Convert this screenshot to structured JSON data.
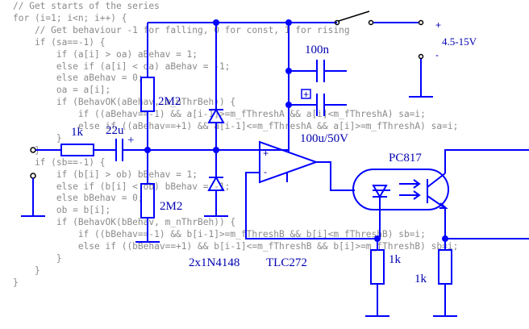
{
  "code_lines": [
    "// Get starts of the series",
    "for (i=1; i<n; i++) {",
    "    // Get behaviour -1 for falling, 0 for const, 1 for rising",
    "    if (sa==-1) {",
    "        if (a[i] > oa) aBehav = 1;",
    "        else if (a[i] < oa) aBehav = -1;",
    "        else aBehav = 0;",
    "        oa = a[i];",
    "        if (BehavOK(aBehav, m_nThrBeh)) {",
    "            if ((aBehav==-1) && a[i-1]>=m_fThreshA && a[i]<m_fThreshA) sa=i;",
    "            else if ((aBehav==+1) && a[i-1]<=m_fThreshA && a[i]>=m_fThreshA) sa=i;",
    "        }",
    "    }",
    "    if (sb==-1) {",
    "        if (b[i] > ob) bBehav = 1;",
    "        else if (b[i] < ob) bBehav = -1;",
    "        else bBehav = 0;",
    "        ob = b[i];",
    "        if (BehavOK(bBehav, m_nThrBeh)) {",
    "            if ((bBehav==-1) && b[i-1]>=m_fThreshB && b[i]<m_fThreshB) sb=i;",
    "            else if ((bBehav==+1) && b[i-1]<=m_fThreshB && b[i]>=m_fThreshB) sb=i;",
    "        }",
    "    }",
    "}"
  ],
  "labels": {
    "r_2m2_top": "2M2",
    "r_2m2_bottom": "2M2",
    "r_1k_input": "1k",
    "c_22u": "22u",
    "c_22u_plus": "+",
    "c_100n": "100n",
    "c_100u": "100u/50V",
    "diodes": "2x1N4148",
    "opamp": "TLC272",
    "opamp_plus": "+",
    "opamp_minus": "-",
    "optocoupler": "PC817",
    "r_1k_a": "1k",
    "r_1k_b": "1k",
    "supply_plus": "+",
    "supply_minus": "-",
    "supply_voltage": "4.5-15V"
  },
  "colors": {
    "wire": "#0000ff",
    "label": "#0000b0",
    "code": "#8a8a8a",
    "switch": "#000000"
  }
}
